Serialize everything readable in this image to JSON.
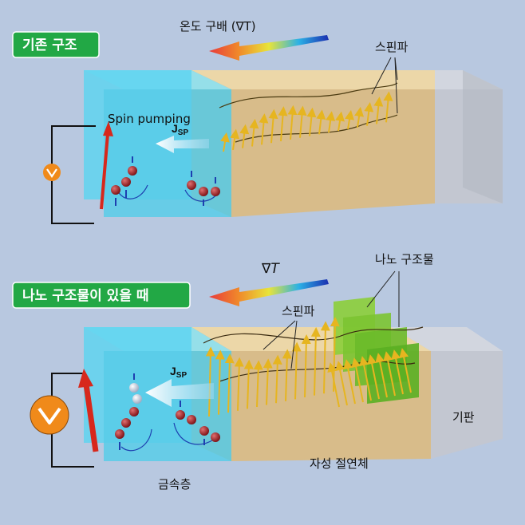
{
  "panels": {
    "top": {
      "badge": "기존 구조",
      "gradient_label": "온도 구배 (∇T)",
      "magnon_label": "스핀파",
      "spin_pumping_label": "Spin pumping",
      "current_label": "J",
      "current_sub": "SP"
    },
    "bottom": {
      "badge": "나노 구조물이 있을 때",
      "gradient_label": "∇T",
      "nano_label": "나노 구조물",
      "magnon_label": "스핀파",
      "current_label": "J",
      "current_sub": "SP",
      "metal_label": "금속층",
      "insulator_label": "자성 절연체",
      "substrate_label": "기판"
    }
  },
  "colors": {
    "background": "#b8c8e0",
    "badge": "#22a845",
    "metal": "#5fd3ee",
    "insulator": "#dcbf8a",
    "substrate": "#c9ccd6",
    "arrow_gradient": [
      "#1a2fb0",
      "#2bb1e6",
      "#e8e43a",
      "#f08a2a",
      "#e83a3a"
    ]
  }
}
